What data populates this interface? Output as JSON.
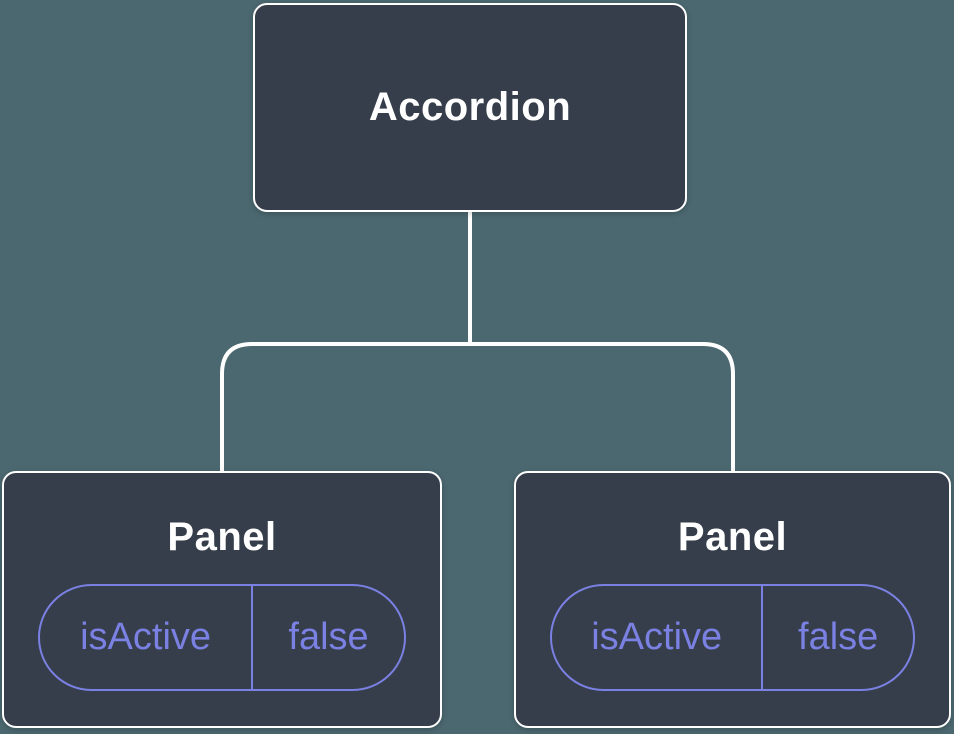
{
  "diagram": {
    "title": "component-state-tree",
    "root": {
      "label": "Accordion"
    },
    "panels": [
      {
        "label": "Panel",
        "state": {
          "key": "isActive",
          "value": "false"
        }
      },
      {
        "label": "Panel",
        "state": {
          "key": "isActive",
          "value": "false"
        }
      }
    ],
    "colors": {
      "background": "#4B676F",
      "node_fill": "#353E4A",
      "node_border": "#FFFFFF",
      "connector": "#FFFFFF",
      "state_accent": "#7B80E3"
    }
  }
}
